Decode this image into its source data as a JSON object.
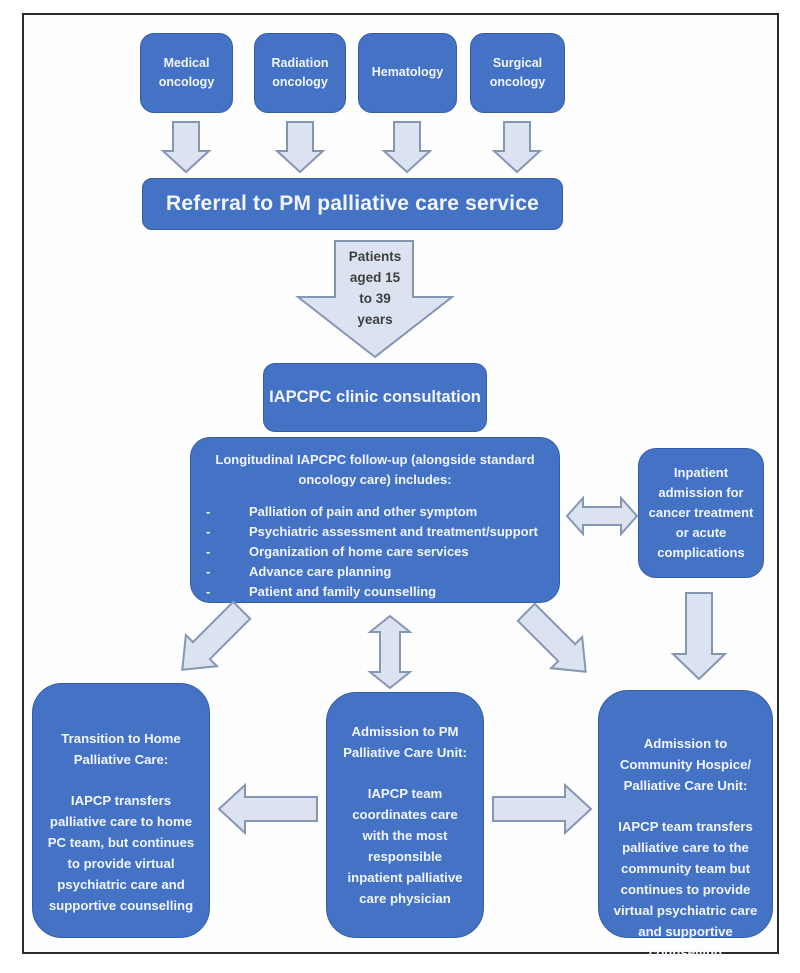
{
  "palette": {
    "node_fill": "#4472C4",
    "node_border": "#365EA8",
    "node_text": "#F2F6FC",
    "arrow_fill": "#DCE3F0",
    "arrow_border": "#8596B3",
    "age_text": "#3F3F3F",
    "frame_border": "#2B2B2B",
    "background": "#FFFFFF"
  },
  "diagram": {
    "top_row": [
      {
        "label": "Medical oncology"
      },
      {
        "label": "Radiation oncology"
      },
      {
        "label": "Hematology"
      },
      {
        "label": "Surgical oncology"
      }
    ],
    "referral": "Referral to PM palliative care service",
    "age_filter_lines": [
      "Patients",
      "aged 15",
      "to 39",
      "years"
    ],
    "consultation": "IAPCPC clinic consultation",
    "followup": {
      "title": "Longitudinal IAPCPC follow-up (alongside standard oncology care) includes:",
      "dash": "-",
      "bullets": [
        "Palliation of pain and other symptom",
        "Psychiatric assessment and treatment/support",
        "Organization of home care services",
        "Advance care planning",
        "Patient and family counselling"
      ]
    },
    "inpatient": "Inpatient admission for cancer treatment or acute complications",
    "outcomes": [
      {
        "title": "Transition to Home Palliative Care:",
        "body": "IAPCP transfers palliative care to home PC team, but continues to provide virtual psychiatric care and supportive counselling"
      },
      {
        "title": "Admission to PM Palliative Care Unit:",
        "body": "IAPCP team coordinates care with the most responsible inpatient palliative care physician"
      },
      {
        "title": "Admission to Community Hospice/ Palliative Care Unit:",
        "body": "IAPCP team transfers palliative care to the community team but continues to provide virtual psychiatric care and supportive counselling"
      }
    ]
  }
}
